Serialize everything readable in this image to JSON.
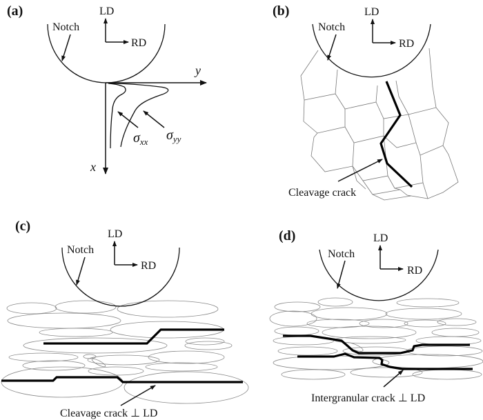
{
  "figure": {
    "panels": [
      {
        "id": "a",
        "label": "(a)",
        "notch_label": "Notch",
        "direction_up": "LD",
        "direction_right": "RD",
        "axis_y_label": "y",
        "axis_x_label": "x",
        "stress_labels": [
          {
            "sym": "σ",
            "sub": "xx"
          },
          {
            "sym": "σ",
            "sub": "yy"
          }
        ]
      },
      {
        "id": "b",
        "label": "(b)",
        "notch_label": "Notch",
        "direction_up": "LD",
        "direction_right": "RD",
        "crack_label": "Cleavage crack",
        "grain_shape": "hexagonal"
      },
      {
        "id": "c",
        "label": "(c)",
        "notch_label": "Notch",
        "direction_up": "LD",
        "direction_right": "RD",
        "crack_label": "Cleavage crack ⊥ LD",
        "grain_shape": "elongated-ellipse"
      },
      {
        "id": "d",
        "label": "(d)",
        "notch_label": "Notch",
        "direction_up": "LD",
        "direction_right": "RD",
        "crack_label": "Intergranular crack ⊥ LD",
        "grain_shape": "elongated-ellipse"
      }
    ],
    "colors": {
      "ink": "#111111",
      "grain_boundary": "#888888",
      "background": "#ffffff"
    }
  }
}
